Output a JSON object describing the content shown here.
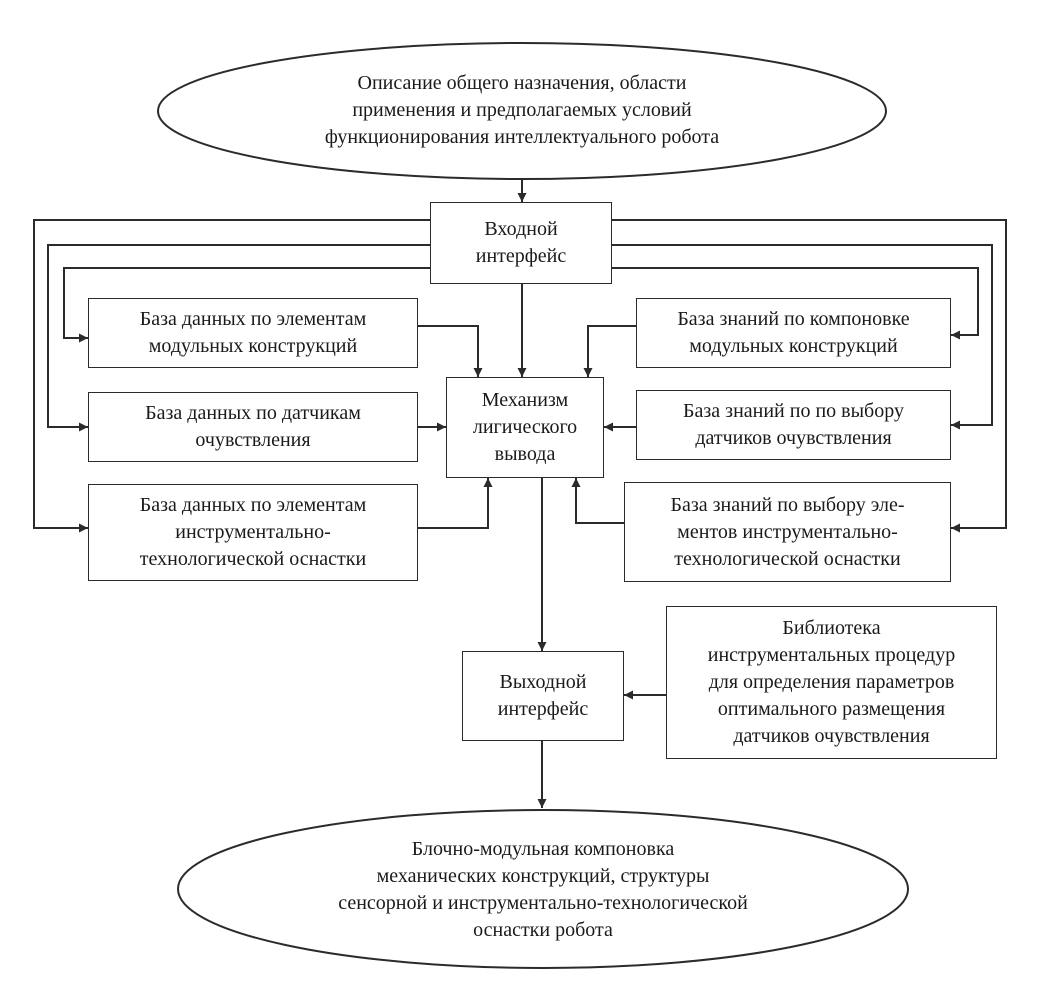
{
  "diagram": {
    "top": [
      "Описание общего назначения, области",
      "применения и предполагаемых условий",
      "функционирования интеллектуального робота"
    ],
    "input_interface": [
      "Входной",
      "интерфейс"
    ],
    "db_modules": [
      "База данных по элементам",
      "модульных конструкций"
    ],
    "db_sensors": [
      "База данных по датчикам",
      "очувствления"
    ],
    "db_tooling": [
      "База данных по элементам",
      "инструментально-",
      "технологической оснастки"
    ],
    "inference": [
      "Механизм",
      "лигического",
      "вывода"
    ],
    "kb_layout": [
      "База знаний по компоновке",
      "модульных конструкций"
    ],
    "kb_sensors": [
      "База знаний по по выбору",
      "датчиков очувствления"
    ],
    "kb_tooling": [
      "База знаний по выбору эле-",
      "ментов инструментально-",
      "технологической оснастки"
    ],
    "output_interface": [
      "Выходной",
      "интерфейс"
    ],
    "library": [
      "Библиотека",
      "инструментальных процедур",
      "для определения параметров",
      "оптимального размещения",
      "датчиков очувствления"
    ],
    "bottom": [
      "Блочно-модульная компоновка",
      "механических конструкций, структуры",
      "сенсорной и инструментально-технологической",
      "оснастки робота"
    ]
  },
  "colors": {
    "line": "#2b2b2b",
    "text": "#1a1a1a",
    "background": "#ffffff"
  }
}
